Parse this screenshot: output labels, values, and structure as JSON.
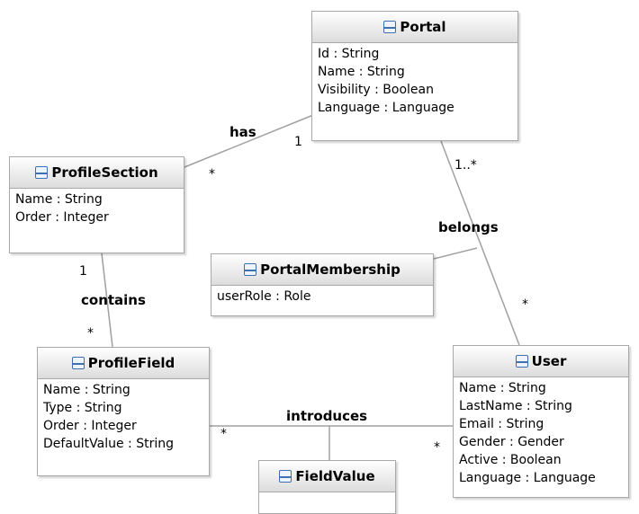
{
  "classes": {
    "portal": {
      "name": "Portal",
      "attributes": [
        "Id : String",
        "Name : String",
        "Visibility : Boolean",
        "Language : Language"
      ]
    },
    "profile_section": {
      "name": "ProfileSection",
      "attributes": [
        "Name : String",
        "Order : Integer"
      ]
    },
    "portal_membership": {
      "name": "PortalMembership",
      "attributes": [
        "userRole : Role"
      ]
    },
    "profile_field": {
      "name": "ProfileField",
      "attributes": [
        "Name : String",
        "Type : String",
        "Order : Integer",
        "DefaultValue : String"
      ]
    },
    "user": {
      "name": "User",
      "attributes": [
        "Name : String",
        "LastName : String",
        "Email : String",
        "Gender : Gender",
        "Active : Boolean",
        "Language : Language"
      ]
    },
    "field_value": {
      "name": "FieldValue",
      "attributes": []
    }
  },
  "associations": {
    "has": {
      "label": "has",
      "mult_portal": "1",
      "mult_section": "*"
    },
    "belongs": {
      "label": "belongs",
      "mult_portal": "1..*",
      "mult_user": "*"
    },
    "contains": {
      "label": "contains",
      "mult_section": "1",
      "mult_field": "*"
    },
    "introduces": {
      "label": "introduces",
      "mult_field": "*",
      "mult_user": "*"
    }
  }
}
